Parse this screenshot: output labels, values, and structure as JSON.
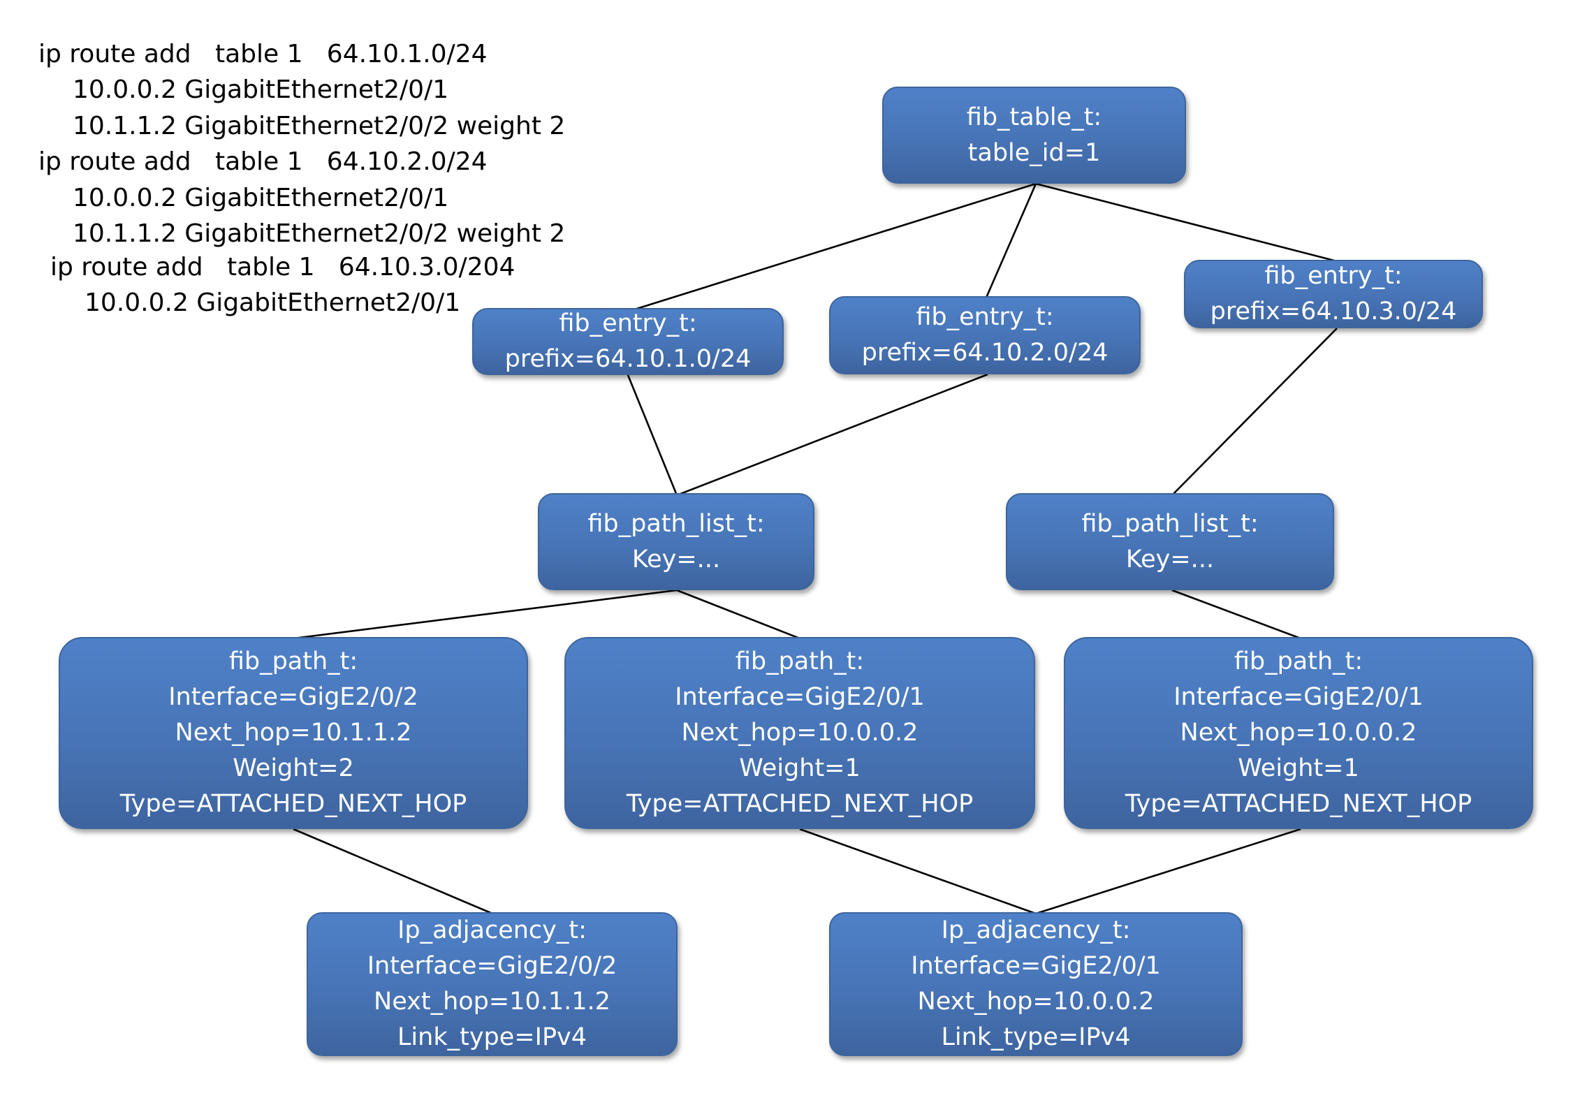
{
  "commands": [
    "ip route add   table 1   64.10.1.0/24",
    "10.0.0.2 GigabitEthernet2/0/1",
    "10.1.1.2 GigabitEthernet2/0/2 weight 2",
    "ip route add   table 1   64.10.2.0/24",
    "10.0.0.2 GigabitEthernet2/0/1",
    "10.1.1.2 GigabitEthernet2/0/2 weight 2",
    "ip route add   table 1   64.10.3.0/204",
    "10.0.0.2 GigabitEthernet2/0/1"
  ],
  "nodes": {
    "fib_table": {
      "lines": [
        "fib_table_t:",
        "table_id=1"
      ]
    },
    "entry_1": {
      "lines": [
        "fib_entry_t:",
        "prefix=64.10.1.0/24"
      ]
    },
    "entry_2": {
      "lines": [
        "fib_entry_t:",
        "prefix=64.10.2.0/24"
      ]
    },
    "entry_3": {
      "lines": [
        "fib_entry_t:",
        "prefix=64.10.3.0/24"
      ]
    },
    "path_list_1": {
      "lines": [
        "fib_path_list_t:",
        "Key=..."
      ]
    },
    "path_list_2": {
      "lines": [
        "fib_path_list_t:",
        "Key=..."
      ]
    },
    "path_1": {
      "lines": [
        "fib_path_t:",
        "Interface=GigE2/0/2",
        "Next_hop=10.1.1.2",
        "Weight=2",
        "Type=ATTACHED_NEXT_HOP"
      ]
    },
    "path_2": {
      "lines": [
        "fib_path_t:",
        "Interface=GigE2/0/1",
        "Next_hop=10.0.0.2",
        "Weight=1",
        "Type=ATTACHED_NEXT_HOP"
      ]
    },
    "path_3": {
      "lines": [
        "fib_path_t:",
        "Interface=GigE2/0/1",
        "Next_hop=10.0.0.2",
        "Weight=1",
        "Type=ATTACHED_NEXT_HOP"
      ]
    },
    "adjacency_1": {
      "lines": [
        "Ip_adjacency_t:",
        "Interface=GigE2/0/2",
        "Next_hop=10.1.1.2",
        "Link_type=IPv4"
      ]
    },
    "adjacency_2": {
      "lines": [
        "Ip_adjacency_t:",
        "Interface=GigE2/0/1",
        "Next_hop=10.0.0.2",
        "Link_type=IPv4"
      ]
    }
  },
  "colors": {
    "node_fill": "#4a78bc",
    "node_border": "#3d659c",
    "node_text": "#ffffff",
    "connector": "#000000"
  }
}
